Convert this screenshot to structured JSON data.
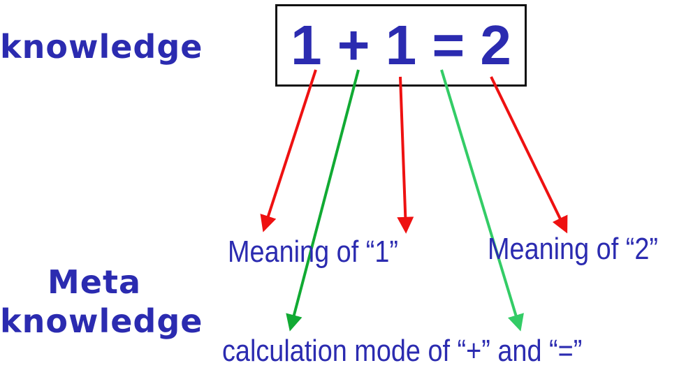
{
  "labels": {
    "knowledge": "knowledge",
    "meta_line1": "Meta",
    "meta_line2": "knowledge"
  },
  "equation": "1 + 1 = 2",
  "meanings": {
    "one": "Meaning of “1”",
    "two": "Meaning of “2”"
  },
  "calculation": "calculation mode of “+” and “=”",
  "colors": {
    "text": "#2b2bb0",
    "meaning_arrow": "#ee1111",
    "calculation_arrow": "#11aa33",
    "box_border": "#111111"
  }
}
